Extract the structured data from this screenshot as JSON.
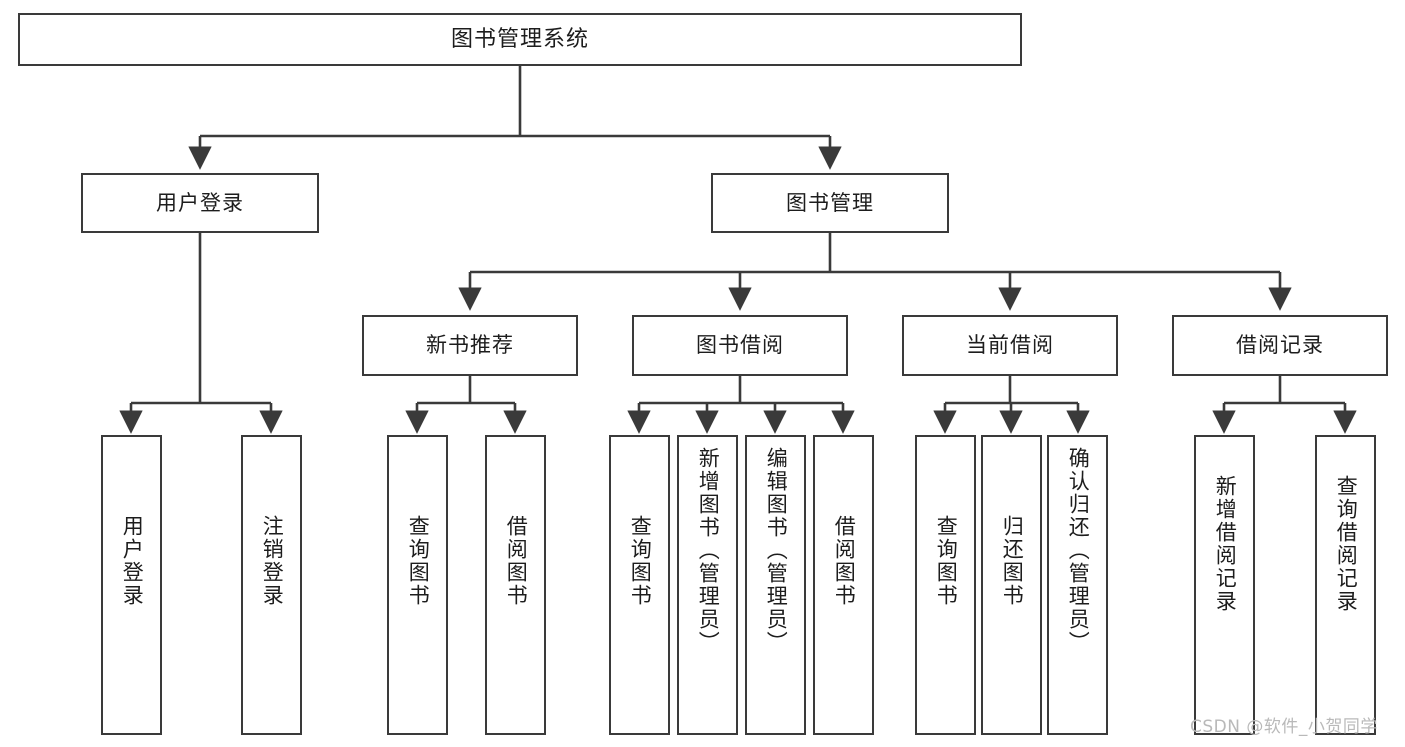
{
  "diagram": {
    "type": "tree-hierarchy",
    "title": "图书管理系统",
    "root": {
      "id": "root",
      "label": "图书管理系统",
      "orientation": "horizontal"
    },
    "level1": [
      {
        "id": "user-login",
        "label": "用户登录",
        "orientation": "horizontal"
      },
      {
        "id": "book-management",
        "label": "图书管理",
        "orientation": "horizontal"
      }
    ],
    "level2": [
      {
        "id": "new-book-recommend",
        "label": "新书推荐",
        "parent": "book-management",
        "orientation": "horizontal"
      },
      {
        "id": "book-borrow",
        "label": "图书借阅",
        "parent": "book-management",
        "orientation": "horizontal"
      },
      {
        "id": "current-borrow",
        "label": "当前借阅",
        "parent": "book-management",
        "orientation": "horizontal"
      },
      {
        "id": "borrow-record",
        "label": "借阅记录",
        "parent": "book-management",
        "orientation": "horizontal"
      }
    ],
    "leaves": [
      {
        "id": "leaf-user-login",
        "label": "用户登录",
        "parent": "user-login",
        "orientation": "vertical"
      },
      {
        "id": "leaf-logout-login",
        "label": "注销登录",
        "parent": "user-login",
        "orientation": "vertical"
      },
      {
        "id": "leaf-query-book-1",
        "label": "查询图书",
        "parent": "new-book-recommend",
        "orientation": "vertical"
      },
      {
        "id": "leaf-borrow-book-1",
        "label": "借阅图书",
        "parent": "new-book-recommend",
        "orientation": "vertical"
      },
      {
        "id": "leaf-query-book-2",
        "label": "查询图书",
        "parent": "book-borrow",
        "orientation": "vertical"
      },
      {
        "id": "leaf-add-book",
        "label": "新增图书（管理员）",
        "parent": "book-borrow",
        "orientation": "vertical"
      },
      {
        "id": "leaf-edit-book",
        "label": "编辑图书（管理员）",
        "parent": "book-borrow",
        "orientation": "vertical"
      },
      {
        "id": "leaf-borrow-book-2",
        "label": "借阅图书",
        "parent": "book-borrow",
        "orientation": "vertical"
      },
      {
        "id": "leaf-query-book-3",
        "label": "查询图书",
        "parent": "current-borrow",
        "orientation": "vertical"
      },
      {
        "id": "leaf-return-book",
        "label": "归还图书",
        "parent": "current-borrow",
        "orientation": "vertical"
      },
      {
        "id": "leaf-confirm-return",
        "label": "确认归还（管理员）",
        "parent": "current-borrow",
        "orientation": "vertical"
      },
      {
        "id": "leaf-add-record",
        "label": "新增借阅记录",
        "parent": "borrow-record",
        "orientation": "vertical"
      },
      {
        "id": "leaf-query-record",
        "label": "查询借阅记录",
        "parent": "borrow-record",
        "orientation": "vertical"
      }
    ]
  },
  "watermark": {
    "text": "CSDN @软件_小贺同学"
  },
  "colors": {
    "stroke": "#3a3a3a",
    "background": "#ffffff",
    "text": "#1d1d1d",
    "watermark": "#b9b9b9"
  }
}
